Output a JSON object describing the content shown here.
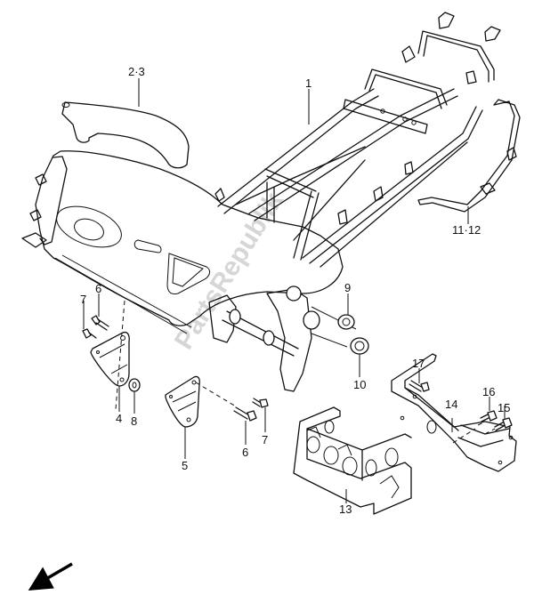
{
  "diagram": {
    "title": "Frame",
    "watermark": "PartsRepublik",
    "direction_indicator": "front-arrow",
    "callouts": [
      {
        "id": "c1",
        "label": "1",
        "part": "frame"
      },
      {
        "id": "c2",
        "label": "2·3",
        "part": "frame cover"
      },
      {
        "id": "c11",
        "label": "11·12",
        "part": "pillion handle"
      },
      {
        "id": "c6a",
        "label": "6",
        "part": "bolt"
      },
      {
        "id": "c7a",
        "label": "7",
        "part": "bolt"
      },
      {
        "id": "c4",
        "label": "4",
        "part": "bracket"
      },
      {
        "id": "c8",
        "label": "8",
        "part": "washer"
      },
      {
        "id": "c5",
        "label": "5",
        "part": "bracket"
      },
      {
        "id": "c6b",
        "label": "6",
        "part": "bolt"
      },
      {
        "id": "c7b",
        "label": "7",
        "part": "bolt"
      },
      {
        "id": "c9",
        "label": "9",
        "part": "cap"
      },
      {
        "id": "c10",
        "label": "10",
        "part": "cap"
      },
      {
        "id": "c17",
        "label": "17",
        "part": "bolt"
      },
      {
        "id": "c14",
        "label": "14",
        "part": "guard"
      },
      {
        "id": "c16",
        "label": "16",
        "part": "bolt"
      },
      {
        "id": "c15",
        "label": "15",
        "part": "bolt"
      },
      {
        "id": "c13",
        "label": "13",
        "part": "guard"
      }
    ]
  }
}
